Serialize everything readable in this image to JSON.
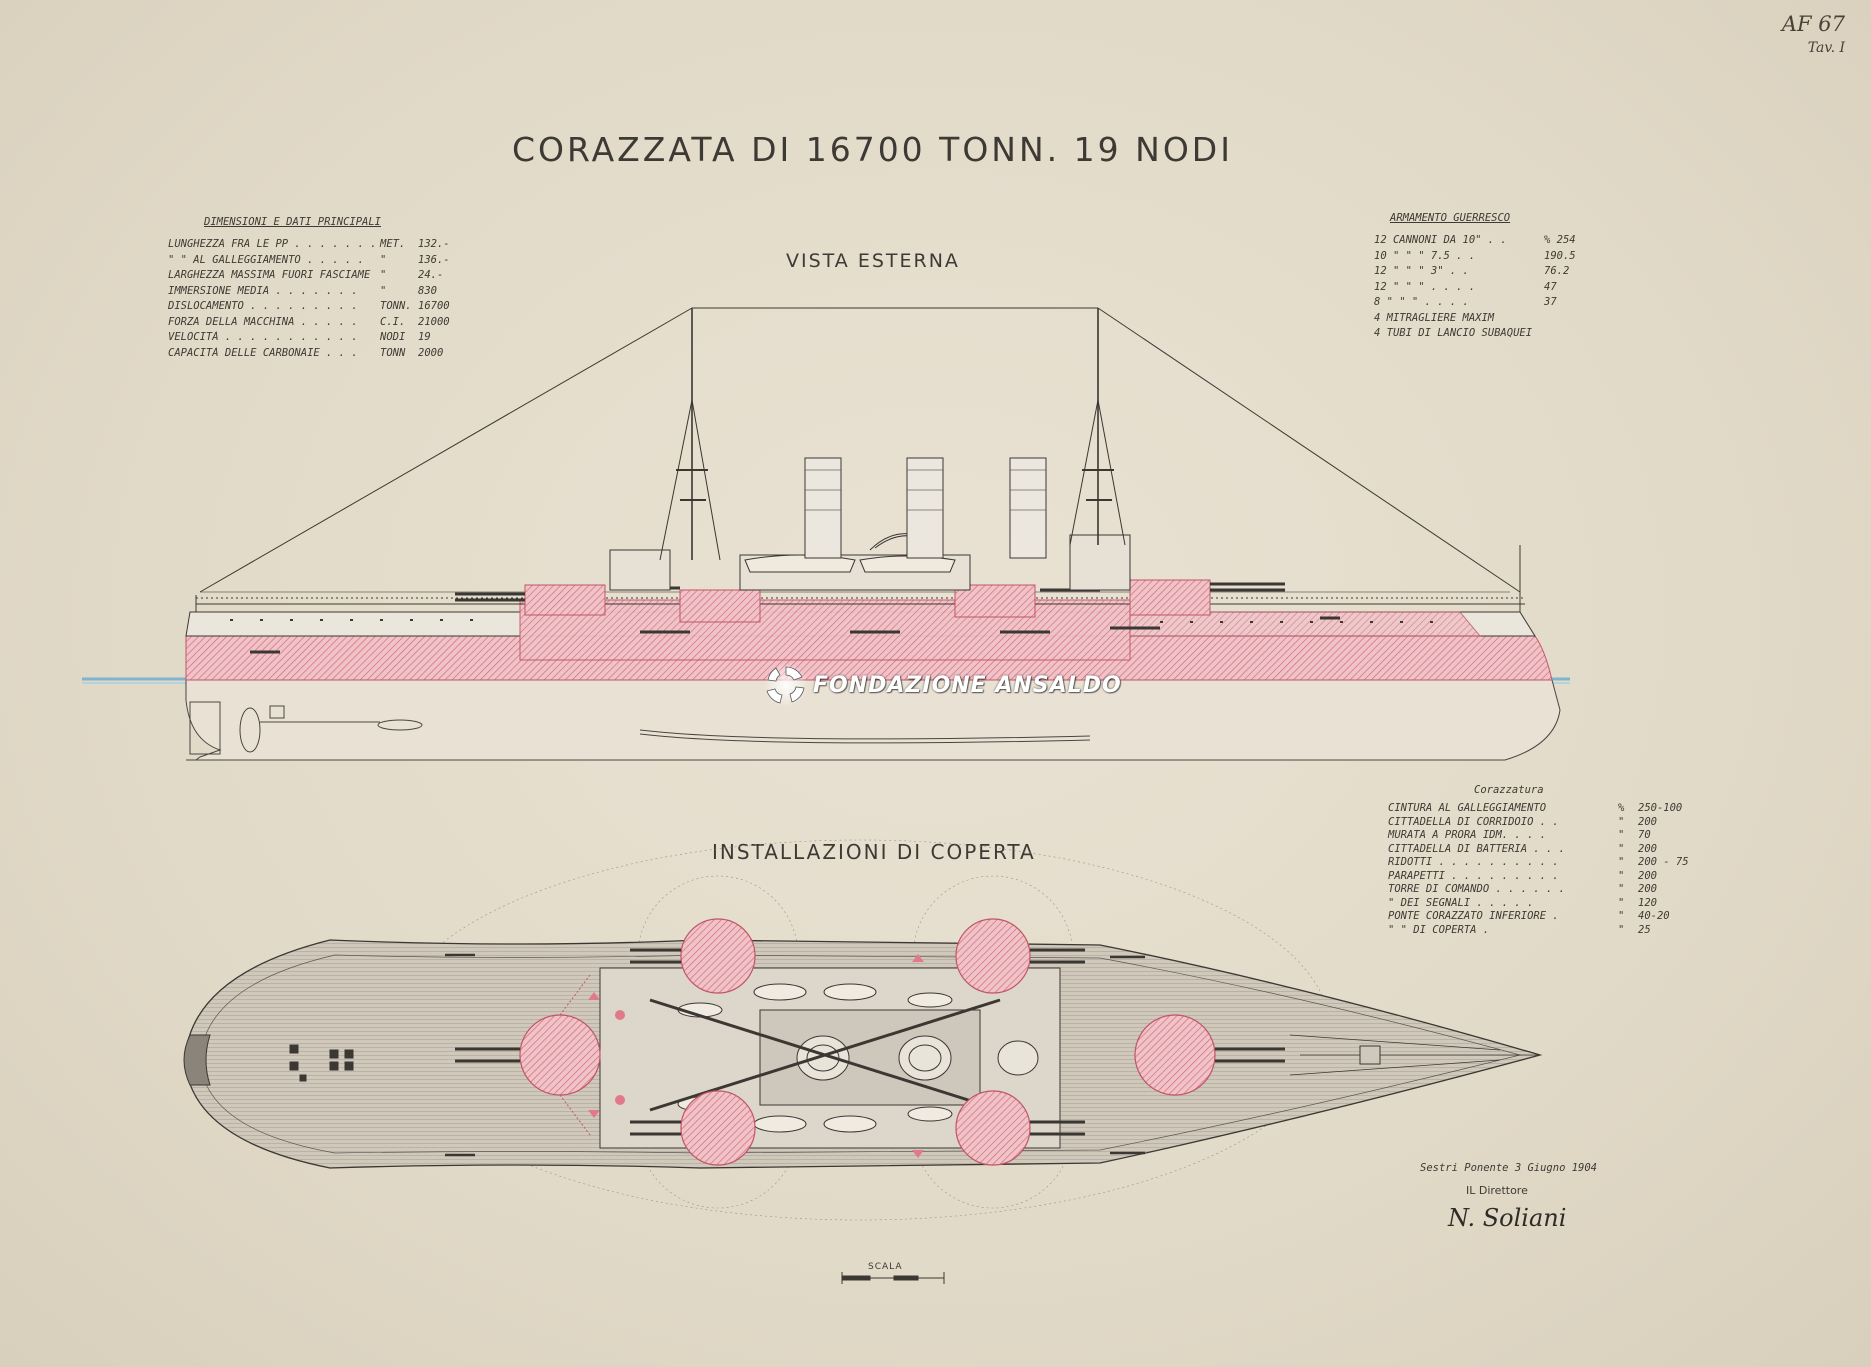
{
  "reference": {
    "code": "AF 67",
    "sheet": "Tav. I"
  },
  "title": "CORAZZATA DI 16700 TONN. 19 NODI",
  "side_view_title": "VISTA ESTERNA",
  "deck_view_title": "INSTALLAZIONI DI COPERTA",
  "dimensions": {
    "heading": "DIMENSIONI E DATI PRINCIPALI",
    "rows": [
      {
        "label": "LUNGHEZZA FRA LE PP . . . . . . .",
        "unit": "MET.",
        "value": "132.-"
      },
      {
        "label": "  \"  \"  AL GALLEGGIAMENTO . . . . .",
        "unit": "\"",
        "value": "136.-"
      },
      {
        "label": "LARGHEZZA MASSIMA FUORI FASCIAME",
        "unit": "\"",
        "value": "24.-"
      },
      {
        "label": "IMMERSIONE MEDIA . . . . . . .",
        "unit": "\"",
        "value": "830"
      },
      {
        "label": "DISLOCAMENTO . . . . . . . . .",
        "unit": "TONN.",
        "value": "16700"
      },
      {
        "label": "FORZA DELLA MACCHINA . . . . .",
        "unit": "C.I.",
        "value": "21000"
      },
      {
        "label": "VELOCITÀ . . . . . . . . . . .",
        "unit": "NODI",
        "value": "19"
      },
      {
        "label": "CAPACITÀ DELLE CARBONAIE . . .",
        "unit": "TONN",
        "value": "2000"
      }
    ]
  },
  "armament": {
    "heading": "ARMAMENTO GUERRESCO",
    "rows": [
      {
        "text": "12 CANNONI  DA  10\" . .",
        "value": "% 254"
      },
      {
        "text": "10  \"   \"   \"  7.5 . .",
        "value": "190.5"
      },
      {
        "text": "12  \"   \"   \"  3\"  . .",
        "value": "76.2"
      },
      {
        "text": "12  \"   \"   \"  . . . .",
        "value": "47"
      },
      {
        "text": "8   \"   \"   \"  . . . .",
        "value": "37"
      },
      {
        "text": "4  MITRAGLIERE MAXIM",
        "value": ""
      },
      {
        "text": "4  TUBI DI LANCIO SUBAQUEI",
        "value": ""
      }
    ]
  },
  "armor": {
    "heading": "Corazzatura",
    "rows": [
      {
        "text": "CINTURA AL GALLEGGIAMENTO",
        "unit": "%",
        "value": "250-100"
      },
      {
        "text": "CITTADELLA DI CORRIDOIO . .",
        "unit": "\"",
        "value": "200"
      },
      {
        "text": "MURATA A PRORA   IDM. . . .",
        "unit": "\"",
        "value": "70"
      },
      {
        "text": "CITTADELLA DI BATTERIA . . .",
        "unit": "\"",
        "value": "200"
      },
      {
        "text": "RIDOTTI . . . . . . . . . .",
        "unit": "\"",
        "value": "200 - 75"
      },
      {
        "text": "PARAPETTI . . . . . . . . .",
        "unit": "\"",
        "value": "200"
      },
      {
        "text": "TORRE DI COMANDO . . . . . .",
        "unit": "\"",
        "value": "200"
      },
      {
        "text": "  \"   DEI SEGNALI . . . . .",
        "unit": "\"",
        "value": "120"
      },
      {
        "text": "PONTE CORAZZATO INFERIORE .",
        "unit": "\"",
        "value": "40-20"
      },
      {
        "text": "  \"      \"     DI COPERTA .",
        "unit": "\"",
        "value": "25"
      }
    ]
  },
  "place_date": "Sestri Ponente 3 Giugno 1904",
  "director_label": "IL Direttore",
  "signature": "N. Soliani",
  "scale_label": "SCALA",
  "watermark": "FONDAZIONE ANSALDO",
  "colors": {
    "paper": "#e4dccb",
    "armor_pink": "#e8a3ad",
    "ink": "#3a3630",
    "sea": "#7fb4cf"
  }
}
